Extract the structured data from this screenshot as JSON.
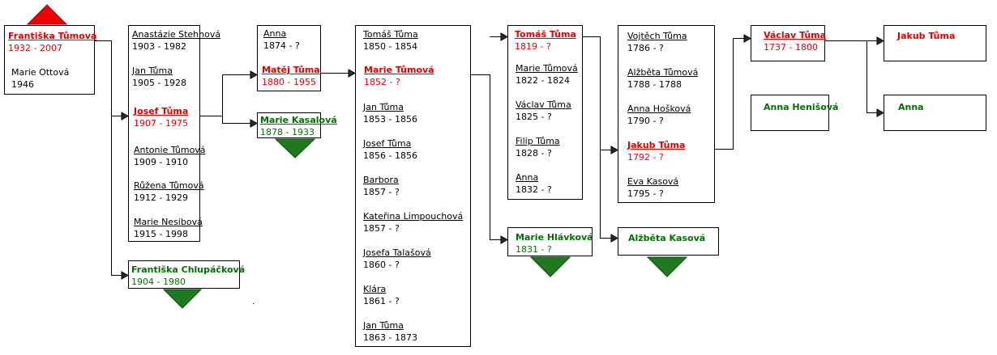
{
  "colors": {
    "focus": "#e00000",
    "spouse": "#007000",
    "line": "#000000"
  },
  "boxes": {
    "b1": [
      {
        "name": "Františka Tůmová",
        "dates": "1932 - 2007",
        "style": "red"
      },
      {
        "name": "Marie Ottová",
        "dates": "1946",
        "style": "plain"
      }
    ],
    "b2": [
      {
        "name": "Anastázie Stehnová",
        "dates": "1903 - 1982"
      },
      {
        "name": "Jan Tůma",
        "dates": "1905 - 1928"
      },
      {
        "name": "Josef Tůma",
        "dates": "1907 - 1975",
        "style": "red"
      },
      {
        "name": "Antonie Tůmová",
        "dates": "1909 - 1910"
      },
      {
        "name": "Růžena Tůmová",
        "dates": "1912 - 1929"
      },
      {
        "name": "Marie Nesibová",
        "dates": "1915 - 1998"
      }
    ],
    "b3": [
      {
        "name": "Františka Chlupáčková",
        "dates": "1904 - 1980",
        "style": "green"
      }
    ],
    "b4": [
      {
        "name": "Anna",
        "dates": "1874 - ?"
      },
      {
        "name": "Matěj Tůma",
        "dates": "1880 - 1955",
        "style": "red"
      }
    ],
    "b5": [
      {
        "name": "Marie Kasalová",
        "dates": "1878 - 1933",
        "style": "green-ul"
      }
    ],
    "b6": [
      {
        "name": "Tomáš Tůma",
        "dates": "1850 - 1854"
      },
      {
        "name": "Marie Tůmová",
        "dates": "1852 - ?",
        "style": "red"
      },
      {
        "name": "Jan Tůma",
        "dates": "1853 - 1856"
      },
      {
        "name": "Josef Tůma",
        "dates": "1856 - 1856"
      },
      {
        "name": "Barbora",
        "dates": "1857 - ?"
      },
      {
        "name": "Kateřina Limpouchová",
        "dates": "1857 - ?"
      },
      {
        "name": "Josefa Talašová",
        "dates": "1860 - ?"
      },
      {
        "name": "Klára",
        "dates": "1861 - ?"
      },
      {
        "name": "Jan Tůma",
        "dates": "1863 - 1873"
      }
    ],
    "b7": [
      {
        "name": "Tomáš Tůma",
        "dates": "1819 - ?",
        "style": "red"
      },
      {
        "name": "Marie Tůmová",
        "dates": "1822 - 1824"
      },
      {
        "name": "Václav Tůma",
        "dates": "1825 - ?"
      },
      {
        "name": "Filip Tůma",
        "dates": "1828 - ?"
      },
      {
        "name": "Anna",
        "dates": "1832 - ?"
      }
    ],
    "b8": [
      {
        "name": "Marie Hlávková",
        "dates": "1831 - ?",
        "style": "green"
      }
    ],
    "b9": [
      {
        "name": "Vojtěch Tůma",
        "dates": "1786 - ?"
      },
      {
        "name": "Alžběta Tůmová",
        "dates": "1788 - 1788"
      },
      {
        "name": "Anna Hošková",
        "dates": "1790 - ?"
      },
      {
        "name": "Jakub Tůma",
        "dates": "1792 - ?",
        "style": "red"
      },
      {
        "name": "Eva Kasová",
        "dates": "1795 - ?"
      }
    ],
    "b10": [
      {
        "name": "Alžběta Kasová",
        "style": "green"
      }
    ],
    "b11": [
      {
        "name": "Václav Tůma",
        "dates": "1737 - 1800",
        "style": "red"
      }
    ],
    "b12": [
      {
        "name": "Anna Henišová",
        "style": "green"
      }
    ],
    "b13": [
      {
        "name": "Jakub Tůma",
        "style": "red-plain"
      }
    ],
    "b14": [
      {
        "name": "Anna",
        "style": "green"
      }
    ]
  }
}
